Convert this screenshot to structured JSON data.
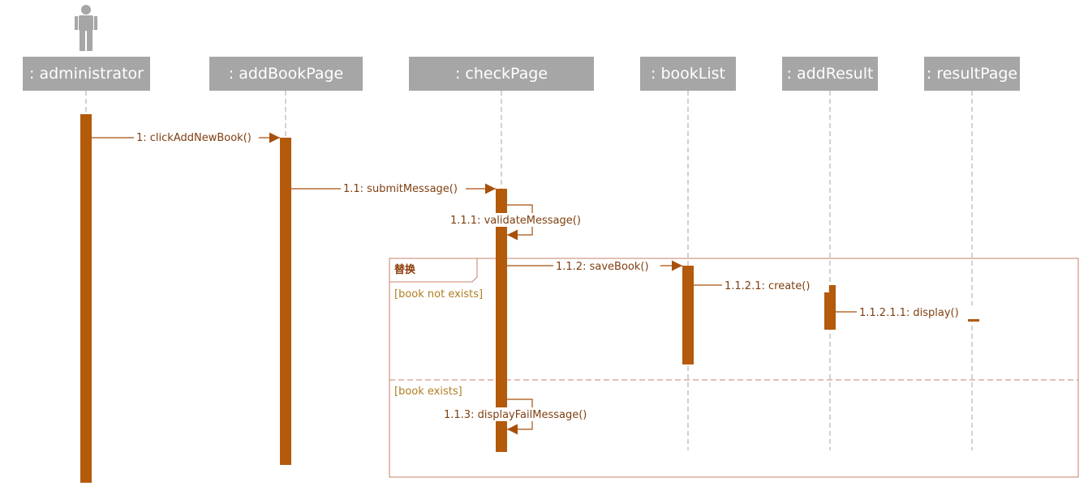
{
  "diagram": {
    "type": "sequence",
    "actor_icon": "person-icon",
    "colors": {
      "lifeline_head": "#a6a6a6",
      "activation": "#b35a0b",
      "message": "#a84f0c",
      "frame_border": "#c8826a",
      "guard_text": "#b07d20"
    },
    "lifelines": [
      {
        "id": "administrator",
        "label": ": administrator"
      },
      {
        "id": "addBookPage",
        "label": ": addBookPage"
      },
      {
        "id": "checkPage",
        "label": ": checkPage"
      },
      {
        "id": "bookList",
        "label": ": bookList"
      },
      {
        "id": "addResult",
        "label": ": addResult"
      },
      {
        "id": "resultPage",
        "label": ": resultPage"
      }
    ],
    "messages": [
      {
        "id": "m1",
        "label": "1: clickAddNewBook()",
        "from": "administrator",
        "to": "addBookPage"
      },
      {
        "id": "m2",
        "label": "1.1: submitMessage()",
        "from": "addBookPage",
        "to": "checkPage"
      },
      {
        "id": "m3",
        "label": "1.1.1: validateMessage()",
        "from": "checkPage",
        "to": "checkPage"
      },
      {
        "id": "m4",
        "label": "1.1.2: saveBook()",
        "from": "checkPage",
        "to": "bookList"
      },
      {
        "id": "m5",
        "label": "1.1.2.1: create()",
        "from": "bookList",
        "to": "addResult"
      },
      {
        "id": "m6",
        "label": "1.1.2.1.1: display()",
        "from": "addResult",
        "to": "resultPage"
      },
      {
        "id": "m7",
        "label": "1.1.3: displayFailMessage()",
        "from": "checkPage",
        "to": "checkPage"
      }
    ],
    "fragment": {
      "operator": "替换",
      "operands": [
        {
          "guard": "[book not exists]"
        },
        {
          "guard": "[book exists]"
        }
      ]
    }
  }
}
